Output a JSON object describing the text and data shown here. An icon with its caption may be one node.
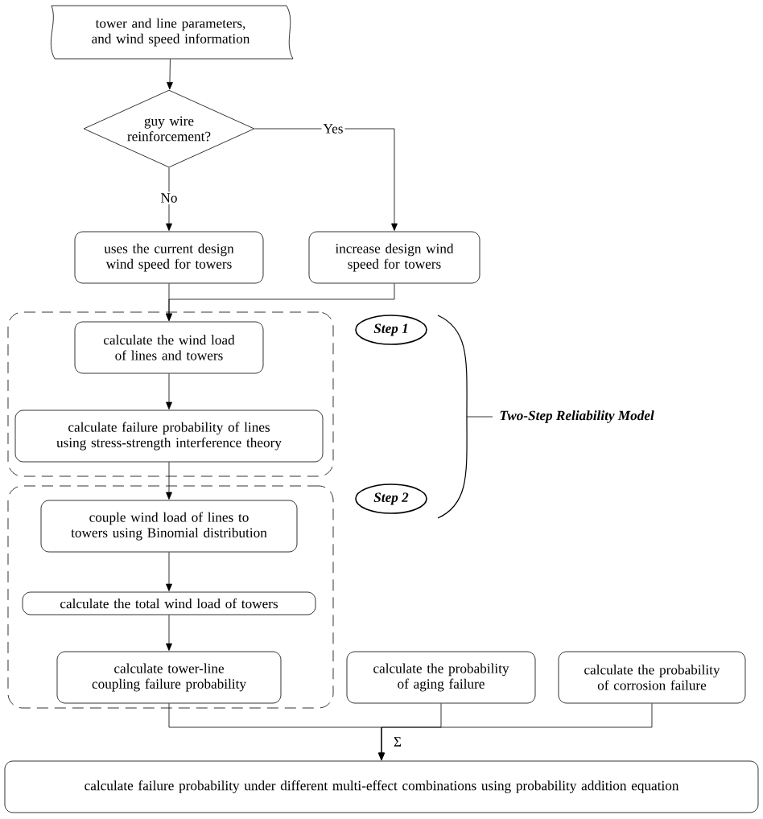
{
  "diagram": {
    "nodes": [
      {
        "text": [
          "tower and line parameters, and wind speed information"
        ]
      },
      {
        "text": [
          "guy wire reinforcement?"
        ]
      },
      {
        "text": [
          "uses the current design wind speed for towers"
        ]
      },
      {
        "text": [
          "increase design wind speed for towers"
        ]
      },
      {
        "text": [],
        "shape": "box"
      },
      {
        "text": [
          "calculate the wind load of lines and towers"
        ],
        "in": 4
      },
      {
        "text": [
          "calculate failure probability of lines using stress-strength interference theory"
        ],
        "in": 4
      },
      {
        "text": [],
        "shape": "box"
      },
      {
        "text": [
          "couple wind load of lines to towers using Binomial distribution"
        ],
        "in": 7
      },
      {
        "text": [
          "calculate the total wind load of towers"
        ],
        "in": 7
      },
      {
        "text": [
          "calculate tower-line coupling failure probability"
        ],
        "in": 7
      },
      {
        "text": [
          "calculate the probability of aging failure"
        ]
      },
      {
        "text": [
          "calculate the probability of corrosion failure"
        ]
      },
      {
        "text": [
          "calculate failure probability under different multi-effect combinations using probability addition equation"
        ]
      },
      {
        "text": [
          "Step 1"
        ]
      },
      {
        "text": [
          "Step 2"
        ]
      }
    ],
    "edges": [
      {
        "from": 0,
        "to": 1,
        "arrow": "to"
      },
      {
        "from": 1,
        "to": 2,
        "arrow": "to",
        "label": "No"
      },
      {
        "from": 1,
        "to": 3,
        "arrow": "to",
        "label": "Yes"
      },
      {
        "from": 2,
        "to": 5,
        "arrow": "to"
      },
      {
        "from": 3,
        "to": 5,
        "arrow": "to"
      },
      {
        "from": 5,
        "to": 6,
        "arrow": "to"
      },
      {
        "from": 6,
        "to": 8,
        "arrow": "to"
      },
      {
        "from": 8,
        "to": 9,
        "arrow": "to"
      },
      {
        "from": 9,
        "to": 10,
        "arrow": "to"
      },
      {
        "from": 10,
        "to": 13,
        "arrow": "to"
      },
      {
        "from": 11,
        "to": 13,
        "arrow": "to",
        "label": "Σ"
      },
      {
        "from": 12,
        "to": 13,
        "arrow": "to"
      }
    ],
    "labels": [
      "Two-Step Reliability Model"
    ]
  }
}
